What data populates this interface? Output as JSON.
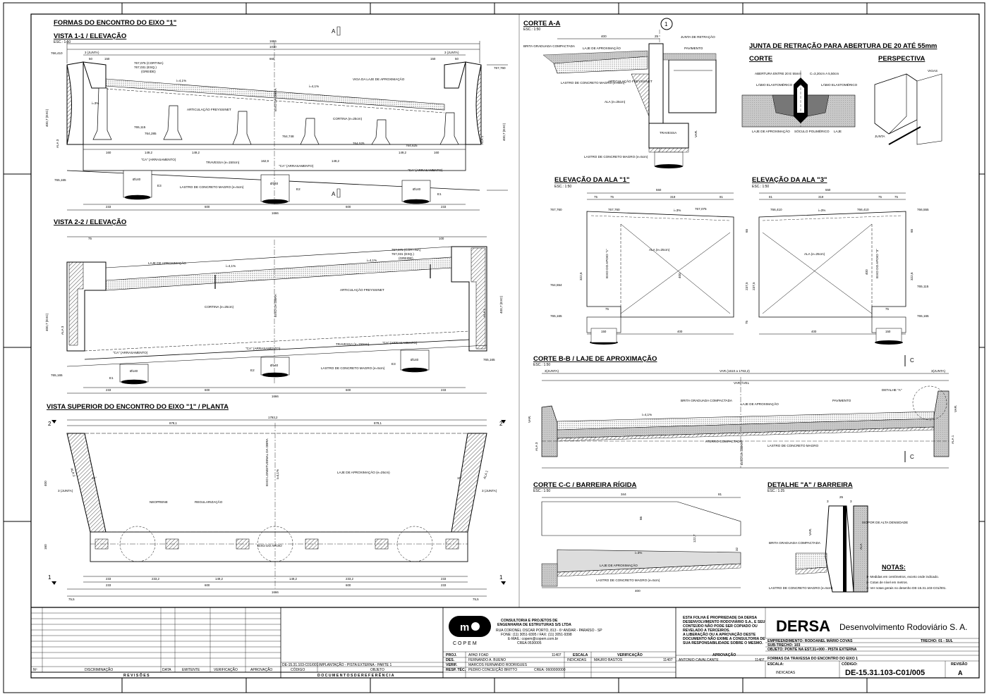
{
  "views": {
    "v11": {
      "super": "FORMAS DO ENCONTRO DO EIXO \"1\"",
      "title": "VISTA 1-1 / ELEVAÇÃO",
      "scale": "ESC.: 1:50",
      "dims_top": [
        "1666",
        "1010",
        "3 (JUNTA)",
        "3 (JUNTA)",
        "50",
        "660",
        "150",
        "150",
        "50"
      ],
      "dims_bot": [
        "233",
        "600",
        "600",
        "233",
        "1666"
      ],
      "dims_mid": [
        "160",
        "149,2",
        "149,2",
        "162,9",
        "149,2",
        "149,2",
        "160"
      ],
      "elev": [
        "766,410",
        "767,760",
        "767,075 (CORTINA)",
        "767,031 (ESQ.)",
        "(GREIDE)",
        "765,115",
        "764,285",
        "764,748",
        "764,525",
        "764,625",
        "765,165"
      ],
      "labels": [
        "VIGA DA LAJE DE APROXIMAÇÃO",
        "ARTICULAÇÃO FREYSSINET",
        "EIXO DA OBRA",
        "CORTINA (e=25cm)",
        "TRAVESSA (e=150cm)",
        "\"CA\" (ARRASAMENTO)",
        "\"CA\" (ARRASAMENTO)",
        "\"CA\" (ARRASAMENTO)",
        "LASTRO DE CONCRETO MAGRO (e=5cm)",
        "Ø140",
        "Ø140",
        "Ø140",
        "E3",
        "E2",
        "E1",
        "i=4,1%",
        "i=4,1%",
        "i=3%",
        "ALA 3",
        "ALA 1",
        "400,7 (EXC)",
        "400,7 (EXC)"
      ]
    },
    "v22": {
      "title": "VISTA 2-2 / ELEVAÇÃO",
      "dims_top": [
        "75",
        "100"
      ],
      "dims_bot": [
        "233",
        "600",
        "600",
        "233",
        "1666"
      ],
      "elev": [
        "767,075 (CORTINA)",
        "767,031 (ESQ.)",
        "(GREIDE)",
        "765,165",
        "765,165"
      ],
      "labels": [
        "LAJE DE APROXIMAÇÃO",
        "ARTICULAÇÃO FREYSSINET",
        "CORTINA (e=25cm)",
        "EIXO DA OBRA",
        "TRAVESSA (e=150cm)",
        "\"CA\" (ARRASAMENTO)",
        "\"CA\" (ARRASAMENTO)",
        "\"CA\" (ARRASAMENTO)",
        "LASTRO DE CONCRETO MAGRO (e=5cm)",
        "E1",
        "E2",
        "E3",
        "Ø140",
        "Ø140",
        "Ø140",
        "i=4,1%",
        "i=4,1%",
        "ALA 3",
        "ALA 1",
        "400,7 (EXC)",
        "400,7 (EXC)"
      ]
    },
    "vsup": {
      "title": "VISTA SUPERIOR DO ENCONTRO DO EIXO \"1\" / PLANTA",
      "dims_top": [
        "1793,2",
        "878,1",
        "878,1"
      ],
      "dims_mid": [
        "233",
        "233,2",
        "149,2",
        "149,2",
        "233,2",
        "233"
      ],
      "dims_bot": [
        "233",
        "600",
        "600",
        "233",
        "1666",
        "75,5",
        "75,5"
      ],
      "labels": [
        "LAJE DE APROXIMAÇÃO (e=25cm)",
        "EIXO LONGITUDINAL DA OBRA",
        "EIXO DO APOIO",
        "NEOPRENE",
        "REGULARIZAÇÃO",
        "3 (JUNTA)",
        "3 (JUNTA)",
        "ALA 3",
        "ALA 1",
        "i=4,1%",
        "15°",
        "15°",
        "400",
        "160"
      ]
    },
    "cAA": {
      "title": "CORTE A-A",
      "scale": "ESC.: 1:50",
      "bubble": "1",
      "labels": [
        "JUNTA DE RETRAÇÃO",
        "PAVIMENTO",
        "BRITA GRADUADA COMPACTADA",
        "LAJE DE APROXIMAÇÃO",
        "LASTRO DE CONCRETO MAGRO (e=5cm)",
        "ARTICULAÇÃO FREYSSINET",
        "ALA (e=25cm)",
        "TRAVESSA",
        "LASTRO DE CONCRETO MAGRO (e=5cm)",
        "400",
        "25",
        "VAR."
      ]
    },
    "junta": {
      "title": "JUNTA DE RETRAÇÃO PARA ABERTURA DE 20 ATÉ 55mm",
      "corte": "CORTE",
      "perspectiva": "PERSPECTIVA",
      "labels": [
        "ABERTURA ENTRE 20 E 55mm",
        "LÁBIO ELASTOMÉRICO",
        "LÁBIO ELASTOMÉRICO",
        "LAJE DE APROXIMAÇÃO",
        "SÓCULO POLIMÉRICO",
        "LAJE",
        "C=3,20cm A 5,50cm",
        "VIGAS",
        "JUNTA"
      ]
    },
    "ala1": {
      "title": "ELEVAÇÃO DA ALA \"1\"",
      "scale": "ESC.: 1:50",
      "dims": [
        "550",
        "75",
        "75",
        "319",
        "81",
        "400",
        "150",
        "75"
      ],
      "elev": [
        "767,760",
        "767,760",
        "767,075",
        "764,554",
        "765,165"
      ],
      "labels": [
        "ALA (e=25cm)",
        "EIXO DO APOIO \"1\"",
        "i=3%",
        "400",
        "237,5",
        "322,6",
        "65",
        "75"
      ]
    },
    "ala3": {
      "title": "ELEVAÇÃO DA ALA \"3\"",
      "scale": "ESC.: 1:50",
      "dims": [
        "550",
        "81",
        "319",
        "75",
        "75",
        "400",
        "150",
        "75"
      ],
      "elev": [
        "766,410",
        "766,410",
        "766,555",
        "765,115",
        "765,165"
      ],
      "labels": [
        "ALA (e=25cm)",
        "EIXO DO APOIO \"3\"",
        "i=3%",
        "400",
        "237,5",
        "322,6",
        "65"
      ]
    },
    "cBB": {
      "title": "CORTE B-B / LAJE DE APROXIMAÇÃO",
      "scale": "ESC.: 1:50",
      "labels": [
        "3(JUNTA)",
        "3(JUNTA)",
        "VAR.(1610 a 1763,2)",
        "VARIÁVEL",
        "BRITA GRADUADA COMPACTADA",
        "LAJE DE APROXIMAÇÃO",
        "PAVIMENTO",
        "DETALHE \"A\"",
        "i=4,1%",
        "ATERRO COMPACTADO",
        "LASTRO DE CONCRETO MAGRO",
        "EIXO DA OBRA",
        "ALA 3",
        "ALA 1",
        "VAR.",
        "VAR."
      ]
    },
    "cCC": {
      "title": "CORTE C-C / BARREIRA RÍGIDA",
      "scale": "ESC.: 1:50",
      "labels": [
        "344",
        "81",
        "400",
        "LAJE DE APROXIMAÇÃO",
        "LASTRO DE CONCRETO MAGRO (e=5cm)",
        "i=3%",
        "122,7",
        "86",
        "32"
      ]
    },
    "detA": {
      "title": "DETALHE \"A\" / BARREIRA",
      "scale": "ESC.: 1:25",
      "labels": [
        "ISOPOR DE ALTA DENSIDADE",
        "BRITA GRADUADA COMPACTADA",
        "LASTRO DE CONCRETO MAGRO (e=5cm)",
        "ALA",
        "VAR.",
        "25",
        "3",
        "3"
      ]
    },
    "notas": {
      "title": "NOTAS:",
      "items": [
        "1- Medidas em centímetros, exceto onde indicado.",
        "2- Cotas de nível em metros.",
        "3- Ver notas gerais no desenho DE-15.31.103-C01/001."
      ]
    },
    "section_marks": [
      "A",
      "A",
      "2",
      "2",
      "1",
      "1",
      "C",
      "C"
    ]
  },
  "titleblock": {
    "revisoes_header": [
      "Nº",
      "DISCRIMINAÇÃO",
      "DATA",
      "EMITENTE",
      "VERIFICAÇÃO",
      "APROVAÇÃO",
      "CÓDIGO",
      "OBJETO"
    ],
    "revisoes_label": "R E V I S Õ E S",
    "docref_label": "D O C U M E N T O S   D E   R E F E R Ê N C I A",
    "docref_rows": [
      {
        "code": "DE-15.31.103-C01/001",
        "obj": "IMPLANTAÇÃO - PISTA EXTERNA - PARTE 1"
      }
    ],
    "copem": {
      "logo": "COPEM",
      "lines": [
        "CONSULTORIA E PROJETOS DE",
        "ENGENHARIA DE ESTRUTURAS S/S LTDA",
        "RUA CORONEL OSCAR PORTO, 813 - 6º ANDAR - PARAÍSO - SP",
        "FONE: (11) 3051-9395 / FAX: (11) 3051-9398",
        "E-MAIL: copem@copem.com.br",
        "CREA 0530005"
      ]
    },
    "staff": [
      {
        "role": "PROJ.",
        "name": "APAD FOAD",
        "crea": "11407"
      },
      {
        "role": "DES.",
        "name": "FERNANDO A. BUENO",
        "crea": ""
      },
      {
        "role": "VERIF.",
        "name": "MARCOS FERNANDO RODRIGUES",
        "crea": ""
      },
      {
        "role": "RESP. TÉC.",
        "name": "PEDRO CONCEIÇÃO BRITTO",
        "crea": "CREA: 0600000000"
      }
    ],
    "approval_header": [
      "ESCALA",
      "VERIFICAÇÃO",
      "APROVAÇÃO"
    ],
    "approval_row": {
      "escala": "INDICADAS",
      "verif": "MAURO BASTOS",
      "verif_crea": "11407",
      "aprov": "ANTONIO CAVALCANTE",
      "aprov_crea": "11407"
    },
    "owner_note": [
      "ESTA FOLHA É PROPRIEDADE DA DERSA",
      "DESENVOLVIMENTO RODOVIÁRIO S.A., E SEU",
      "CONTEÚDO NÃO PODE SER COPIADO OU",
      "REVELADO A TERCEIROS.",
      "A LIBERAÇÃO OU A APROVAÇÃO DESTE",
      "DOCUMENTO NÃO EXIME A CONSULTORIA DE",
      "SUA RESPONSABILIDADE SOBRE O MESMO."
    ],
    "client_logo": "DERSA",
    "client_name": "Desenvolvimento Rodoviário S. A.",
    "empreendimento": "EMPREENDIMENTO: RODOANEL MÁRIO COVAS",
    "trecho": "TRECHO: 01 - SUL",
    "subtrecho": "SUB-TRECHO: 103",
    "objeto": "OBJETO: PONTE NA EST.31+000 - PISTA EXTERNA",
    "desenho_title": "FORMAS DA TRAVESSA DO ENCONTRO DO EIXO 1",
    "escala_label": "ESCALA:",
    "escala_val": "INDICADAS",
    "codigo_label": "CÓDIGO:",
    "codigo": "DE-15.31.103-C01/005",
    "revisao_label": "REVISÃO",
    "revisao": "A"
  }
}
